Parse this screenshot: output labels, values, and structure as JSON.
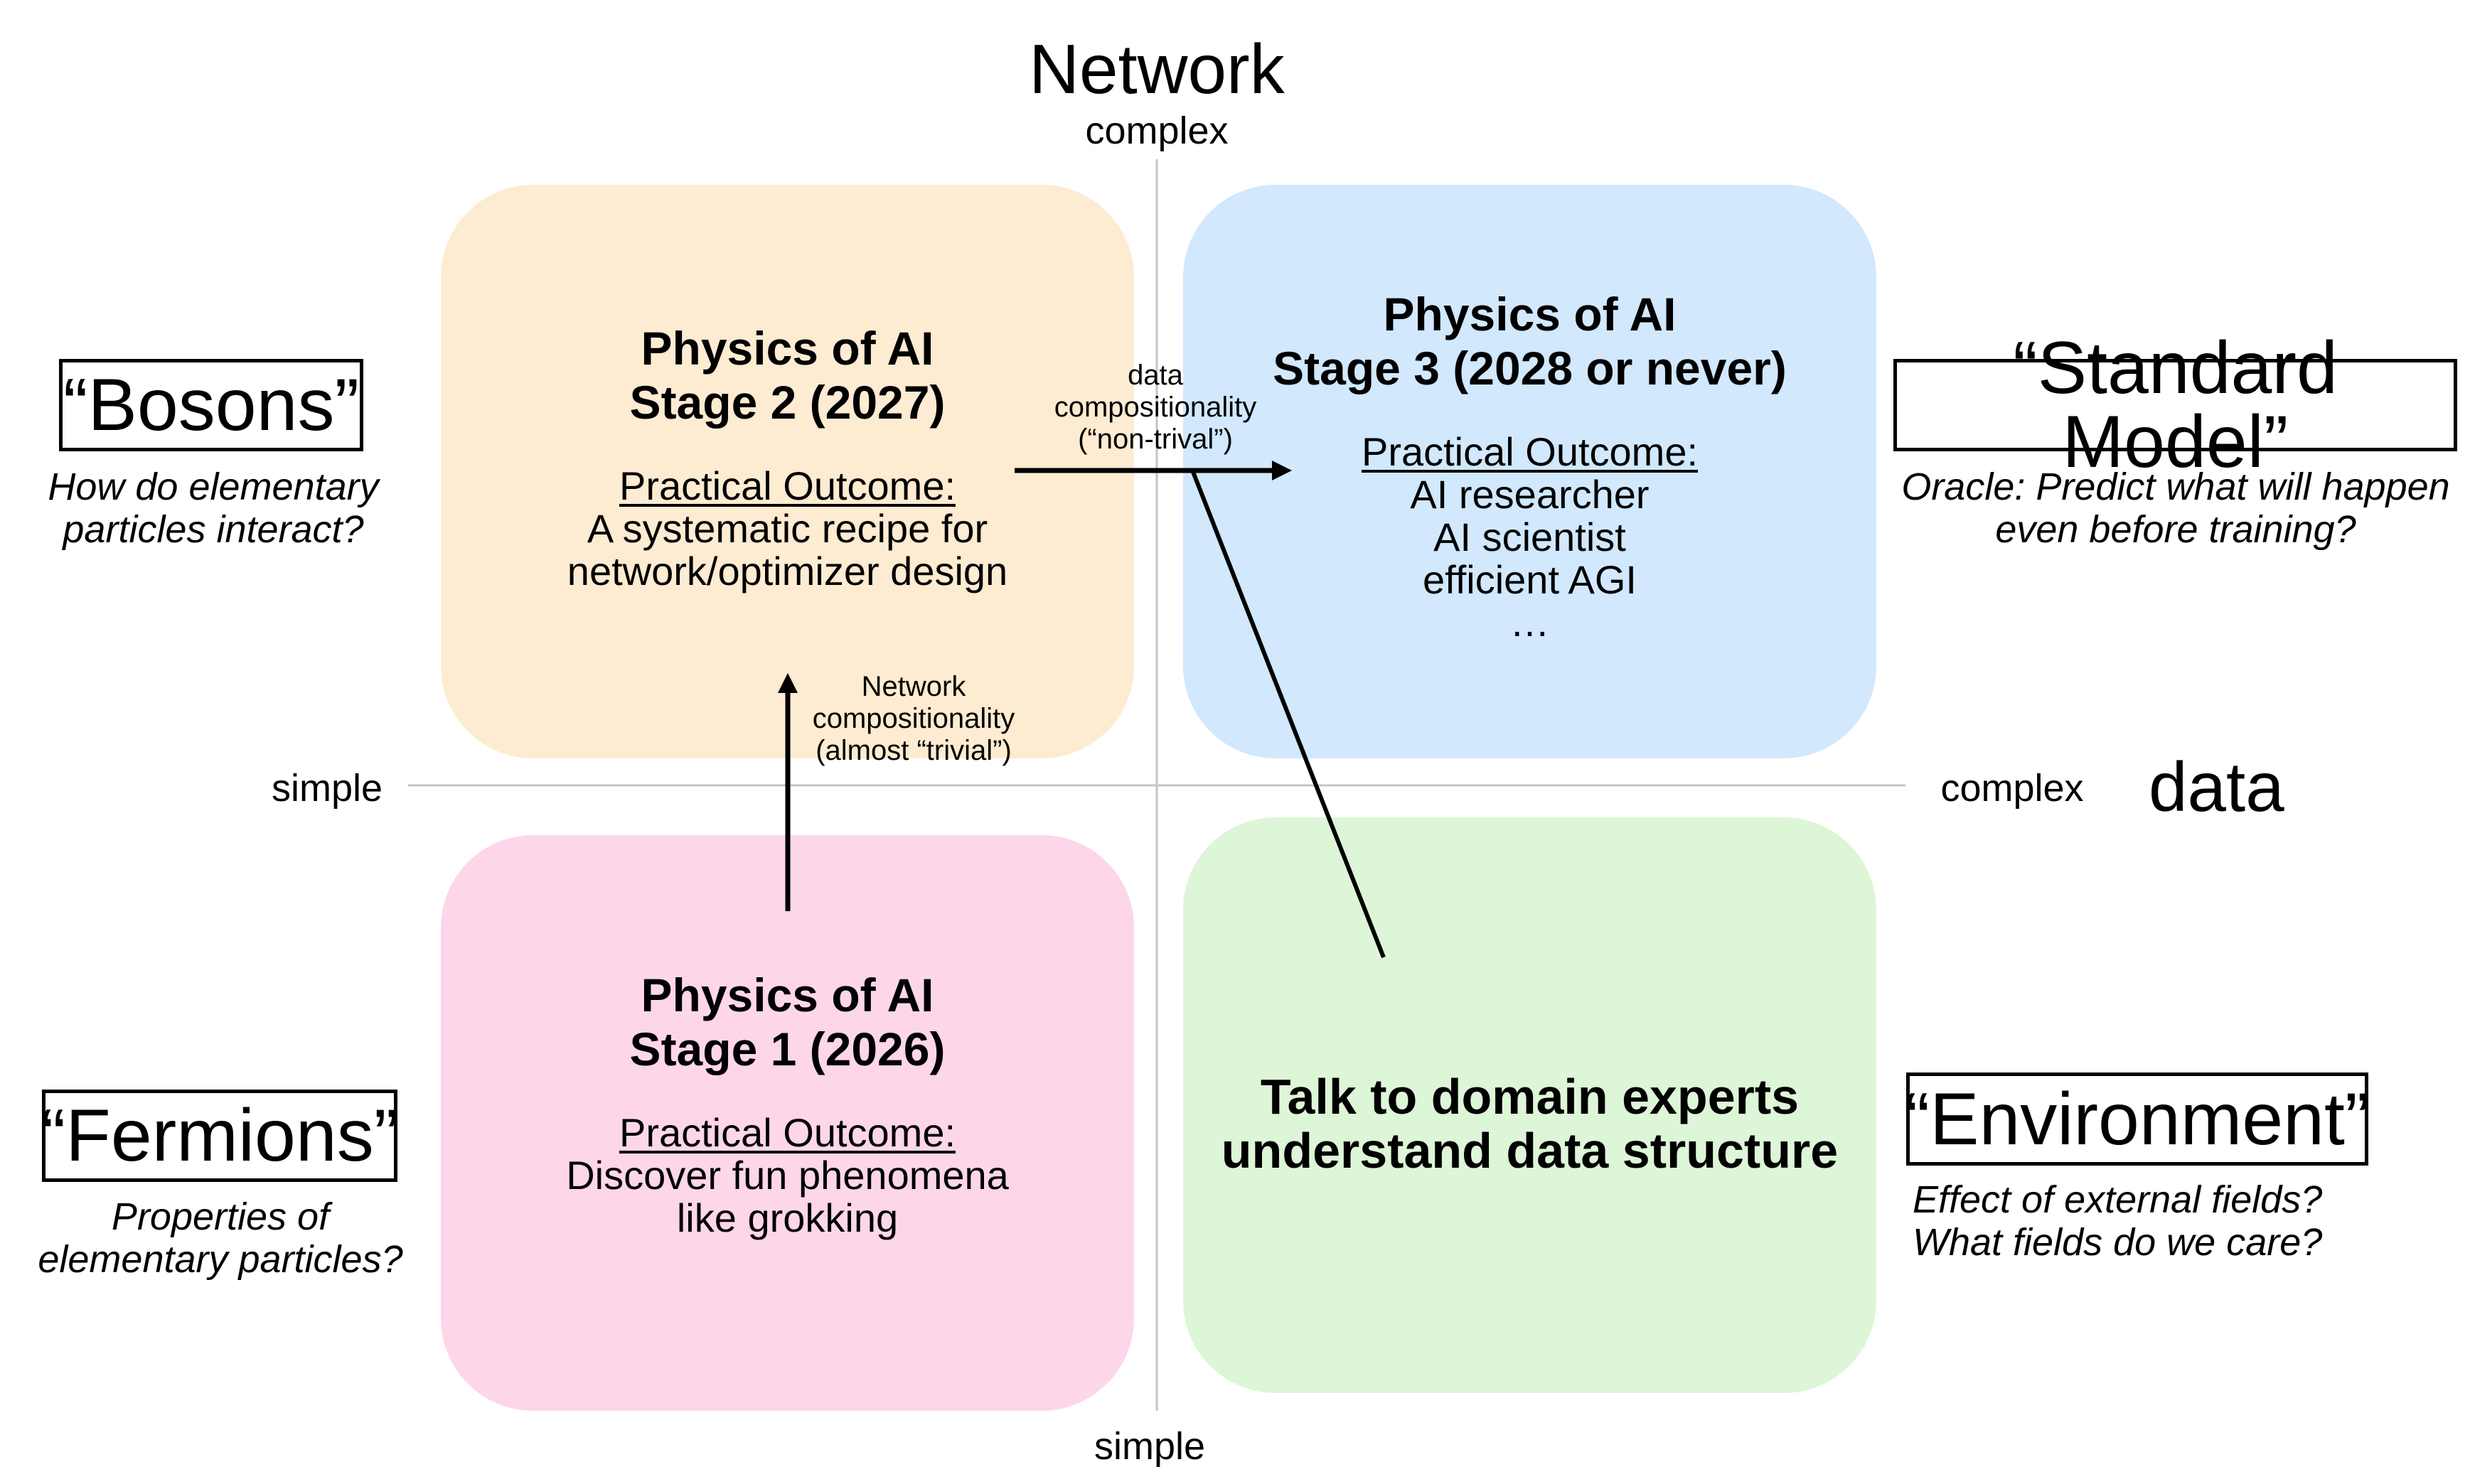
{
  "axes": {
    "vertical": {
      "title": "Network",
      "top_label": "complex",
      "bottom_label": "simple"
    },
    "horizontal": {
      "title": "data",
      "left_label": "simple",
      "right_label": "complex"
    },
    "axis_color": "#c4c4c4"
  },
  "quadrants": {
    "stage2": {
      "color": "#fdebd2",
      "title_line1": "Physics of AI",
      "title_line2": "Stage 2 (2027)",
      "outcome_label": "Practical Outcome:",
      "outcome_lines": [
        "A systematic recipe for",
        "network/optimizer design"
      ]
    },
    "stage3": {
      "color": "#d1e8fd",
      "title_line1": "Physics of AI",
      "title_line2": "Stage 3 (2028 or never)",
      "outcome_label": "Practical Outcome:",
      "outcome_lines": [
        "AI researcher",
        "AI scientist",
        "efficient AGI",
        "…"
      ]
    },
    "stage1": {
      "color": "#fdd6ea",
      "title_line1": "Physics of AI",
      "title_line2": "Stage 1 (2026)",
      "outcome_label": "Practical Outcome:",
      "outcome_lines": [
        "Discover fun phenomena",
        "like grokking"
      ]
    },
    "domain": {
      "color": "#ddf6d7",
      "title_line1": "Talk to domain experts",
      "title_line2": "understand data structure"
    }
  },
  "arrows": {
    "network_compositionality": {
      "lines": [
        "Network",
        "compositionality",
        "(almost “trivial”)"
      ]
    },
    "data_compositionality": {
      "lines": [
        "data",
        "compositionality",
        "(“non-trival”)"
      ]
    }
  },
  "concepts": {
    "bosons": {
      "label": "“Bosons”",
      "question_lines": [
        "How do elementary",
        "particles interact?"
      ]
    },
    "standard_model": {
      "label": "“Standard Model”",
      "question_lines": [
        "Oracle: Predict what will happen",
        "even before training?"
      ]
    },
    "fermions": {
      "label": "“Fermions”",
      "question_lines": [
        "Properties of",
        "elementary particles?"
      ]
    },
    "environment": {
      "label": "“Environment”",
      "question_lines": [
        "Effect of external fields?",
        "What fields do we care?"
      ]
    }
  }
}
